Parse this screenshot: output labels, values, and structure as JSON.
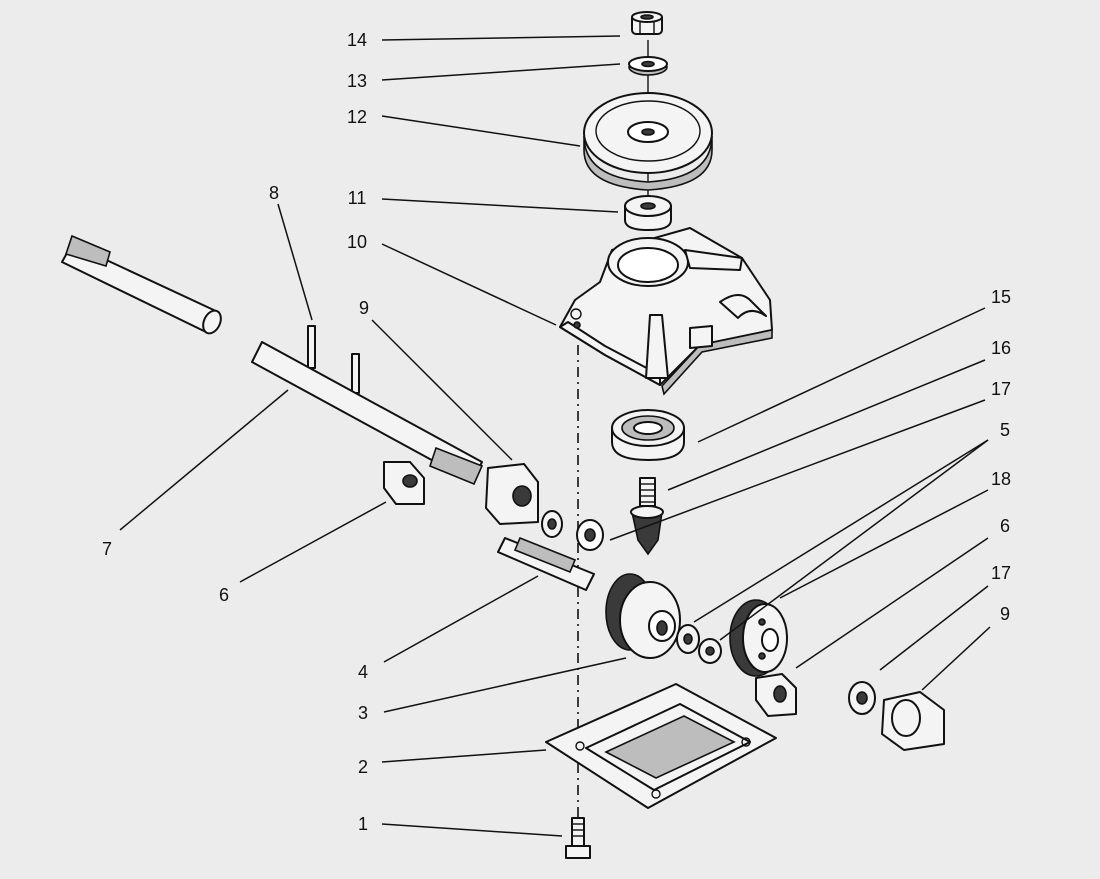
{
  "callouts": [
    {
      "id": "c14",
      "text": "14"
    },
    {
      "id": "c13",
      "text": "13"
    },
    {
      "id": "c12",
      "text": "12"
    },
    {
      "id": "c11",
      "text": "11"
    },
    {
      "id": "c10",
      "text": "10"
    },
    {
      "id": "c8",
      "text": "8"
    },
    {
      "id": "c9a",
      "text": "9"
    },
    {
      "id": "c15",
      "text": "15"
    },
    {
      "id": "c16",
      "text": "16"
    },
    {
      "id": "c17a",
      "text": "17"
    },
    {
      "id": "c5",
      "text": "5"
    },
    {
      "id": "c18",
      "text": "18"
    },
    {
      "id": "c6b",
      "text": "6"
    },
    {
      "id": "c17b",
      "text": "17"
    },
    {
      "id": "c9b",
      "text": "9"
    },
    {
      "id": "c7",
      "text": "7"
    },
    {
      "id": "c6a",
      "text": "6"
    },
    {
      "id": "c4",
      "text": "4"
    },
    {
      "id": "c3",
      "text": "3"
    },
    {
      "id": "c2",
      "text": "2"
    },
    {
      "id": "c1",
      "text": "1"
    }
  ]
}
